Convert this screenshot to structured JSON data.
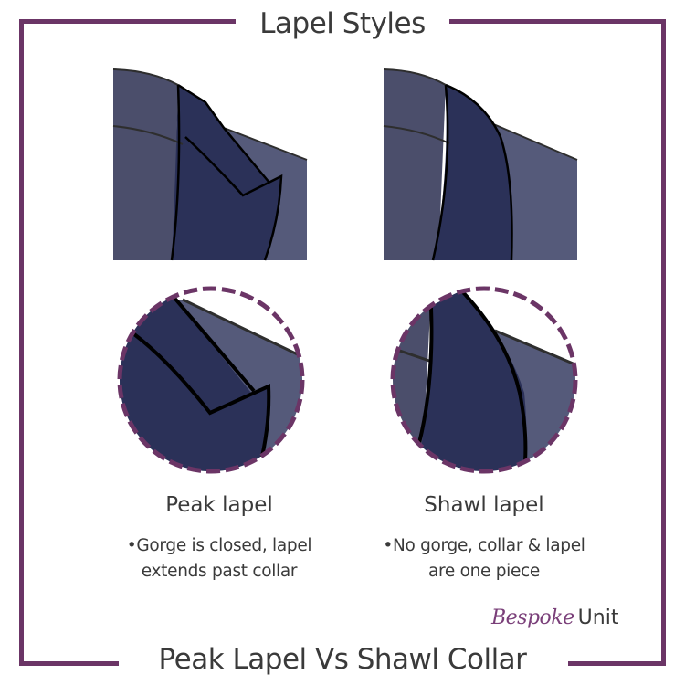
{
  "header": {
    "title": "Lapel Styles"
  },
  "footer": {
    "title": "Peak Lapel Vs Shawl Collar"
  },
  "brand": {
    "script": "Bespoke",
    "word": "Unit"
  },
  "colors": {
    "frame": "#6b3566",
    "lapel": "#2b3158",
    "jacket_left": "#4b4e6b",
    "jacket_right": "#555a7a",
    "outline": "#000000",
    "seam": "#2e2e2e",
    "text": "#3a3a3a",
    "brand_script": "#7a3f79"
  },
  "panels": [
    {
      "id": "peak",
      "name": "Peak lapel",
      "bullet": "•",
      "description_lines": [
        "•Gorge is closed, lapel",
        "extends past collar"
      ],
      "illustration": "peak-lapel-illustration",
      "detail": "peak-lapel-detail-circle"
    },
    {
      "id": "shawl",
      "name": "Shawl lapel",
      "bullet": "•",
      "description_lines": [
        "•No gorge, collar & lapel",
        "are one piece"
      ],
      "illustration": "shawl-lapel-illustration",
      "detail": "shawl-lapel-detail-circle"
    }
  ]
}
